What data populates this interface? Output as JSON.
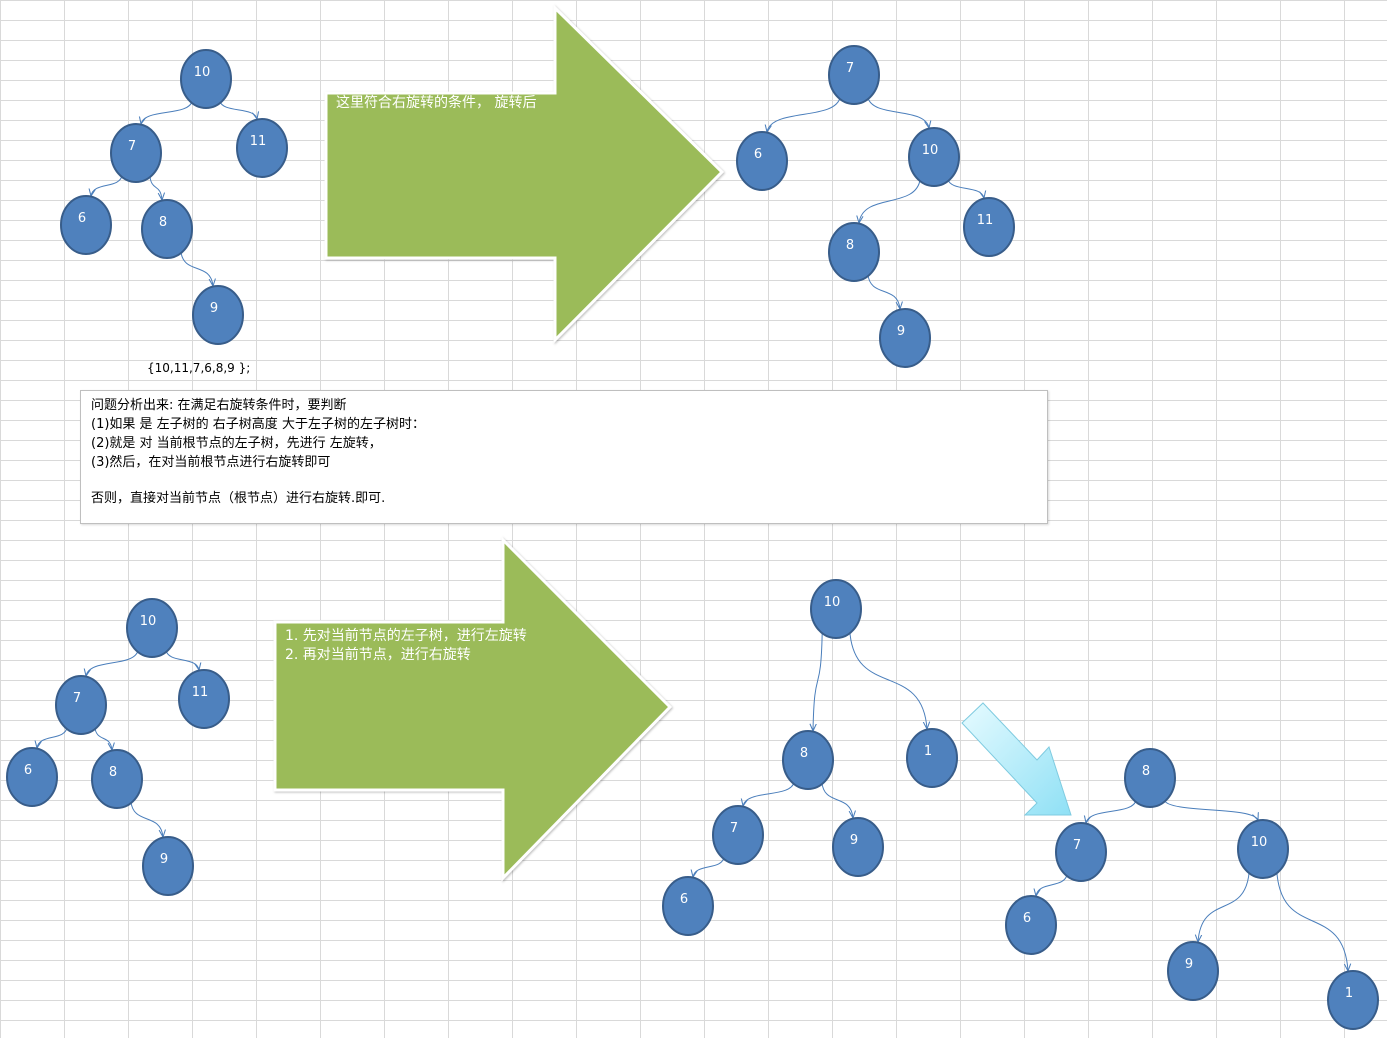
{
  "diagram": {
    "colors": {
      "node_fill": "#4f81bd",
      "node_stroke": "#385d8a",
      "edge": "#4a7ebb",
      "big_arrow_fill": "#9bbb59",
      "small_arrow_fill": "#9ee6f7",
      "grid": "#d9d9d9"
    },
    "nodes": [
      {
        "id": "t1-10",
        "label": "10"
      },
      {
        "id": "t1-11",
        "label": "11"
      },
      {
        "id": "t1-7",
        "label": "7"
      },
      {
        "id": "t1-6",
        "label": "6"
      },
      {
        "id": "t1-8",
        "label": "8"
      },
      {
        "id": "t1-9",
        "label": "9"
      },
      {
        "id": "t2-7",
        "label": "7"
      },
      {
        "id": "t2-6",
        "label": "6"
      },
      {
        "id": "t2-10",
        "label": "10"
      },
      {
        "id": "t2-8",
        "label": "8"
      },
      {
        "id": "t2-11",
        "label": "11"
      },
      {
        "id": "t2-9",
        "label": "9"
      },
      {
        "id": "t3-10",
        "label": "10"
      },
      {
        "id": "t3-7",
        "label": "7"
      },
      {
        "id": "t3-11",
        "label": "11"
      },
      {
        "id": "t3-6",
        "label": "6"
      },
      {
        "id": "t3-8",
        "label": "8"
      },
      {
        "id": "t3-9",
        "label": "9"
      },
      {
        "id": "t4-10",
        "label": "10"
      },
      {
        "id": "t4-8",
        "label": "8"
      },
      {
        "id": "t4-1",
        "label": "1"
      },
      {
        "id": "t4-7",
        "label": "7"
      },
      {
        "id": "t4-9",
        "label": "9"
      },
      {
        "id": "t4-6",
        "label": "6"
      },
      {
        "id": "t5-8",
        "label": "8"
      },
      {
        "id": "t5-7",
        "label": "7"
      },
      {
        "id": "t5-10",
        "label": "10"
      },
      {
        "id": "t5-6",
        "label": "6"
      },
      {
        "id": "t5-9",
        "label": "9"
      },
      {
        "id": "t5-1",
        "label": "1"
      }
    ],
    "edges": [
      {
        "from": "t1-10",
        "to": "t1-7"
      },
      {
        "from": "t1-10",
        "to": "t1-11"
      },
      {
        "from": "t1-7",
        "to": "t1-6"
      },
      {
        "from": "t1-7",
        "to": "t1-8"
      },
      {
        "from": "t1-8",
        "to": "t1-9"
      },
      {
        "from": "t2-7",
        "to": "t2-6"
      },
      {
        "from": "t2-7",
        "to": "t2-10"
      },
      {
        "from": "t2-10",
        "to": "t2-8"
      },
      {
        "from": "t2-10",
        "to": "t2-11"
      },
      {
        "from": "t2-8",
        "to": "t2-9"
      },
      {
        "from": "t3-10",
        "to": "t3-7"
      },
      {
        "from": "t3-10",
        "to": "t3-11"
      },
      {
        "from": "t3-7",
        "to": "t3-6"
      },
      {
        "from": "t3-7",
        "to": "t3-8"
      },
      {
        "from": "t3-8",
        "to": "t3-9"
      },
      {
        "from": "t4-10",
        "to": "t4-8"
      },
      {
        "from": "t4-10",
        "to": "t4-1"
      },
      {
        "from": "t4-8",
        "to": "t4-7"
      },
      {
        "from": "t4-8",
        "to": "t4-9"
      },
      {
        "from": "t4-7",
        "to": "t4-6"
      },
      {
        "from": "t5-8",
        "to": "t5-7"
      },
      {
        "from": "t5-8",
        "to": "t5-10"
      },
      {
        "from": "t5-7",
        "to": "t5-6"
      },
      {
        "from": "t5-10",
        "to": "t5-9"
      },
      {
        "from": "t5-10",
        "to": "t5-1"
      }
    ],
    "arrow_top_text": "这里符合右旋转的条件， 旋转后",
    "arrow_bottom_lines": [
      "1. 先对当前节点的左子树，进行左旋转",
      "2. 再对当前节点，进行右旋转"
    ],
    "array_caption": "{10,11,7,6,8,9 };",
    "analysis": {
      "lines": [
        "问题分析出来: 在满足右旋转条件时，要判断",
        "(1)如果 是 左子树的 右子树高度 大于左子树的左子树时：",
        "(2)就是 对  当前根节点的左子树，先进行 左旋转，",
        "(3)然后，在对当前根节点进行右旋转即可"
      ],
      "else_line": "否则，直接对当前节点（根节点）进行右旋转.即可."
    }
  }
}
